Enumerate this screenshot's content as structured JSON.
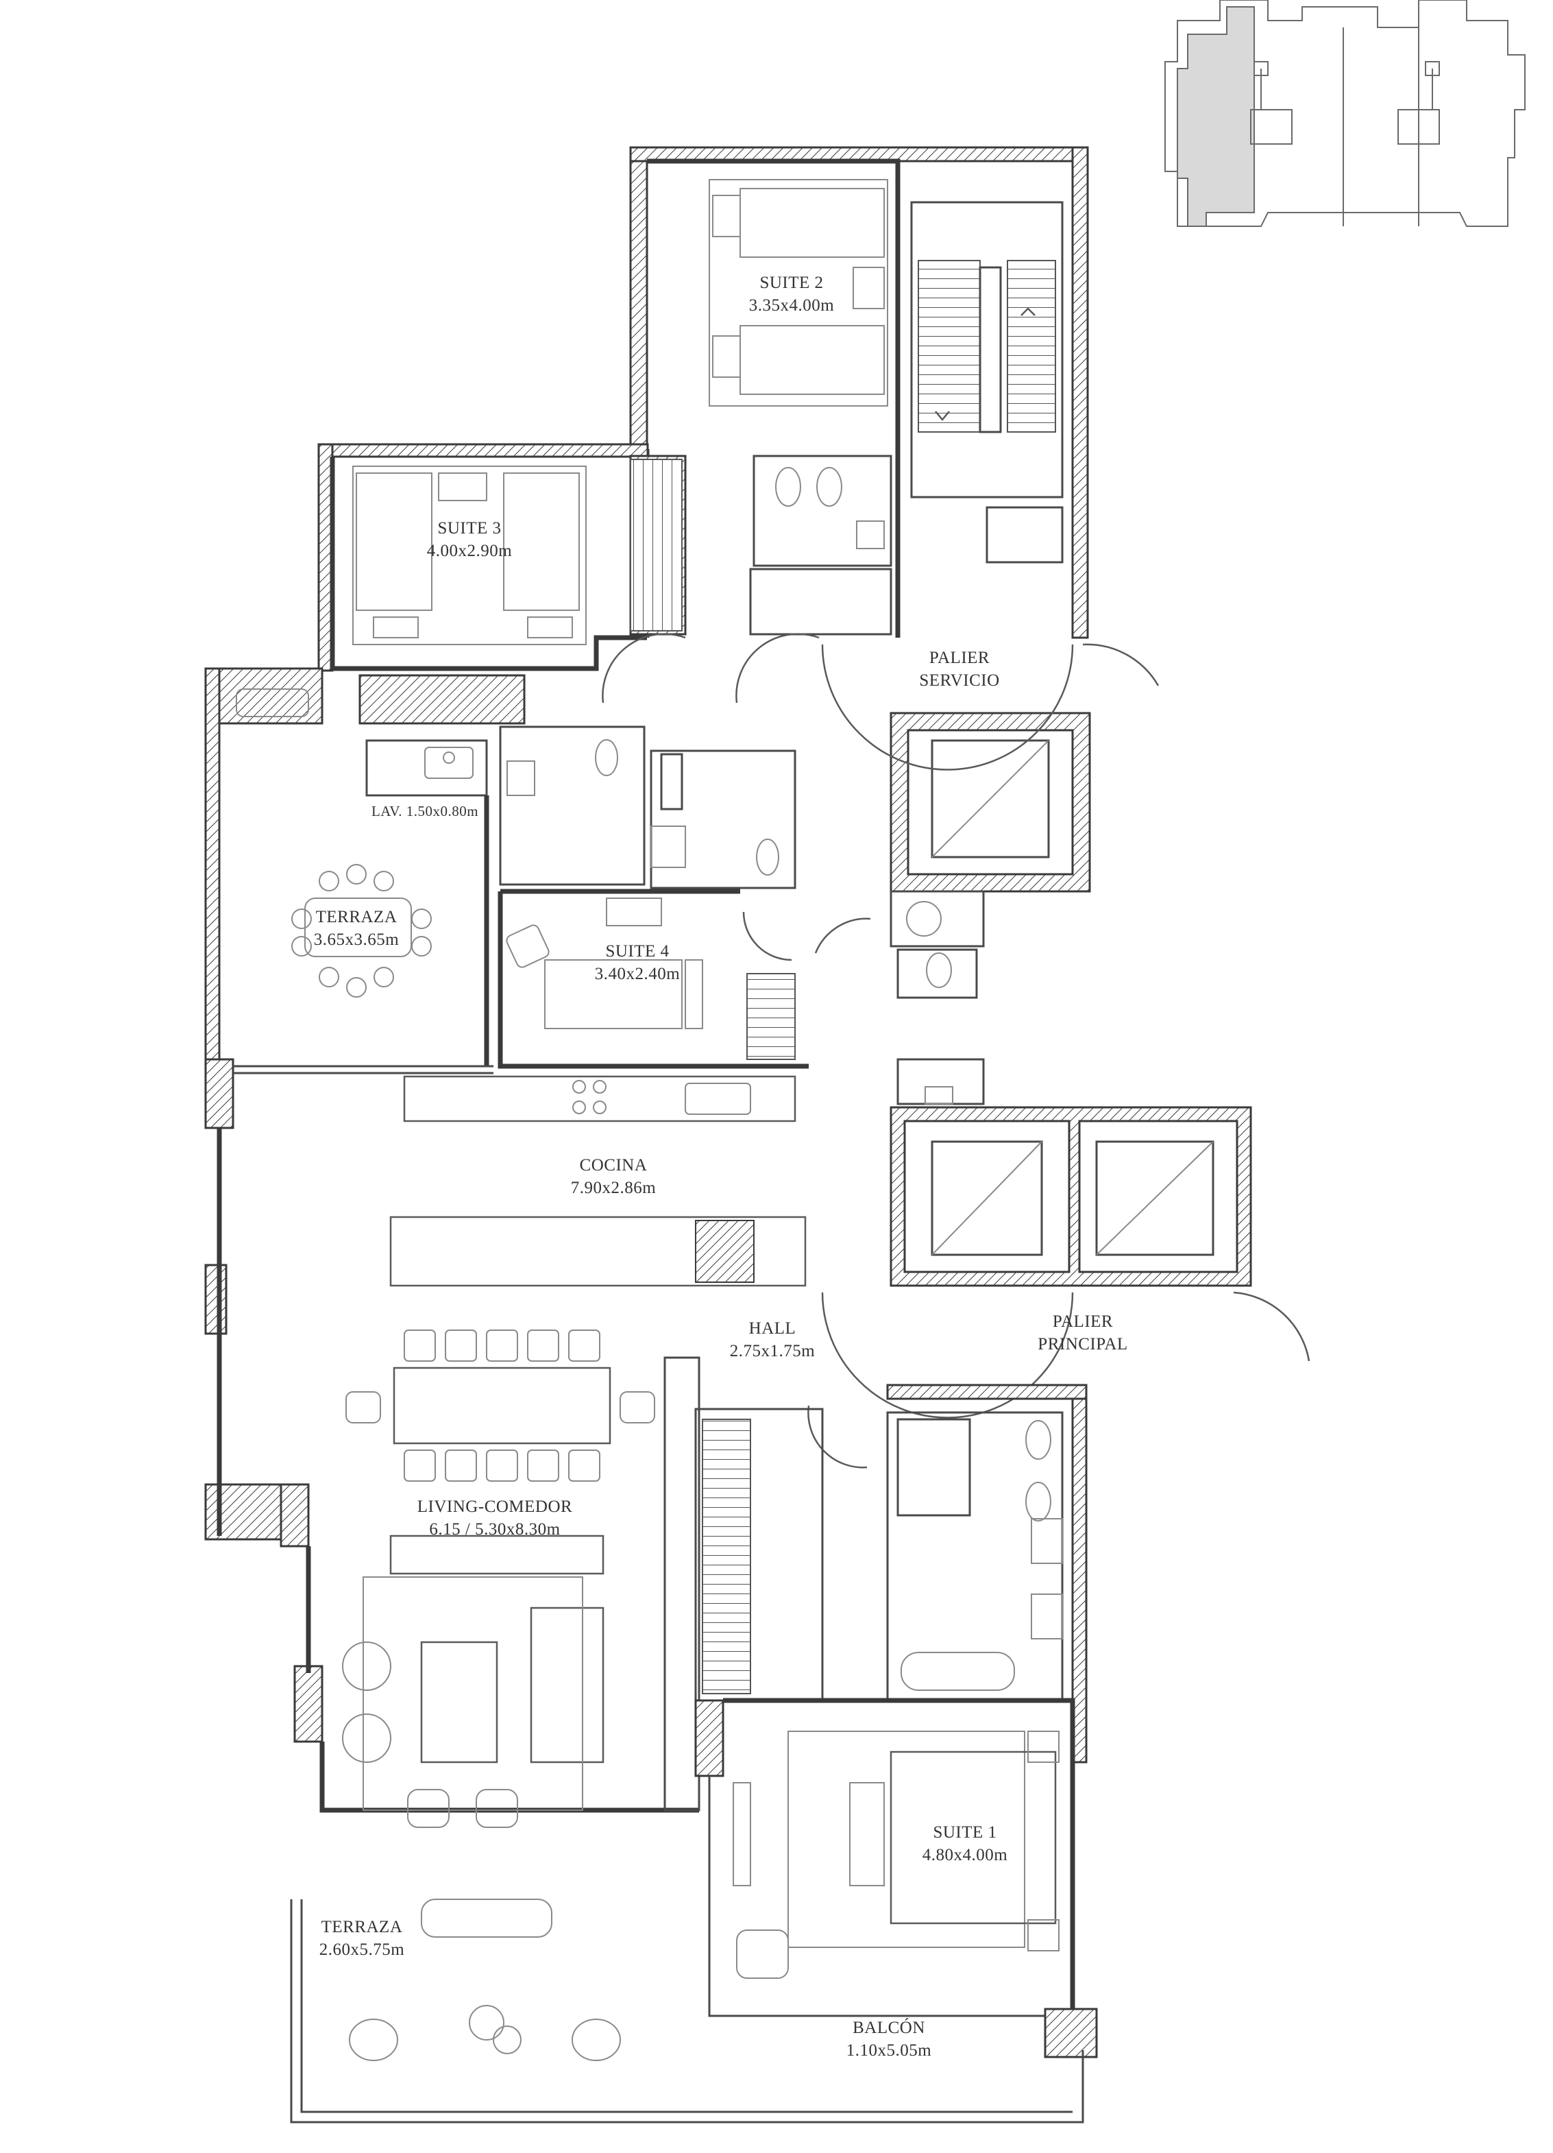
{
  "plan": {
    "rooms": [
      {
        "id": "suite-2",
        "name": "SUITE 2",
        "size": "3.35x4.00m"
      },
      {
        "id": "suite-3",
        "name": "SUITE 3",
        "size": "4.00x2.90m"
      },
      {
        "id": "palier-servicio",
        "name": "PALIER",
        "size": "SERVICIO"
      },
      {
        "id": "lavadero",
        "name": "LAV. 1.50x0.80m",
        "size": ""
      },
      {
        "id": "terraza-1",
        "name": "TERRAZA",
        "size": "3.65x3.65m"
      },
      {
        "id": "suite-4",
        "name": "SUITE 4",
        "size": "3.40x2.40m"
      },
      {
        "id": "cocina",
        "name": "COCINA",
        "size": "7.90x2.86m"
      },
      {
        "id": "hall",
        "name": "HALL",
        "size": "2.75x1.75m"
      },
      {
        "id": "palier-principal",
        "name": "PALIER",
        "size": "PRINCIPAL"
      },
      {
        "id": "living-comedor",
        "name": "LIVING-COMEDOR",
        "size": "6.15 / 5.30x8.30m"
      },
      {
        "id": "suite-1",
        "name": "SUITE 1",
        "size": "4.80x4.00m"
      },
      {
        "id": "terraza-2",
        "name": "TERRAZA",
        "size": "2.60x5.75m"
      },
      {
        "id": "balcon",
        "name": "BALCÓN",
        "size": "1.10x5.05m"
      }
    ],
    "key_plan": {
      "highlighted": "left unit",
      "highlight_color": "#d9d9d9"
    },
    "colors": {
      "wall": "#3a3a3a",
      "furniture": "#8a8a8a",
      "text": "#333333",
      "background": "#ffffff"
    }
  }
}
